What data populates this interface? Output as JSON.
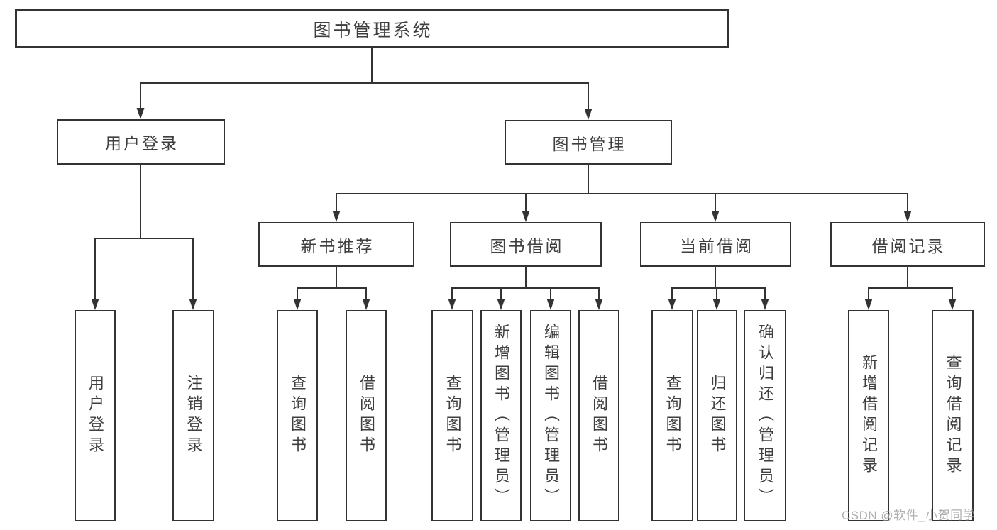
{
  "diagram": {
    "root": {
      "label": "图书管理系统"
    },
    "level2": [
      {
        "label": "用户登录"
      },
      {
        "label": "图书管理"
      }
    ],
    "level3": [
      {
        "label": "新书推荐"
      },
      {
        "label": "图书借阅"
      },
      {
        "label": "当前借阅"
      },
      {
        "label": "借阅记录"
      }
    ],
    "leaves": [
      {
        "label": "用户登录"
      },
      {
        "label": "注销登录"
      },
      {
        "label": "查询图书"
      },
      {
        "label": "借阅图书"
      },
      {
        "label": "查询图书"
      },
      {
        "label": "新增图书（管理员）"
      },
      {
        "label": "编辑图书（管理员）"
      },
      {
        "label": "借阅图书"
      },
      {
        "label": "查询图书"
      },
      {
        "label": "归还图书"
      },
      {
        "label": "确认归还（管理员）"
      },
      {
        "label": "新增借阅记录"
      },
      {
        "label": "查询借阅记录"
      }
    ]
  },
  "watermark": {
    "text": "CSDN @软件_小贺同学"
  },
  "colors": {
    "line": "#333333",
    "box_border": "#333333",
    "text": "#3f3f3f",
    "background": "#ffffff",
    "watermark": "#9f9f9f"
  }
}
